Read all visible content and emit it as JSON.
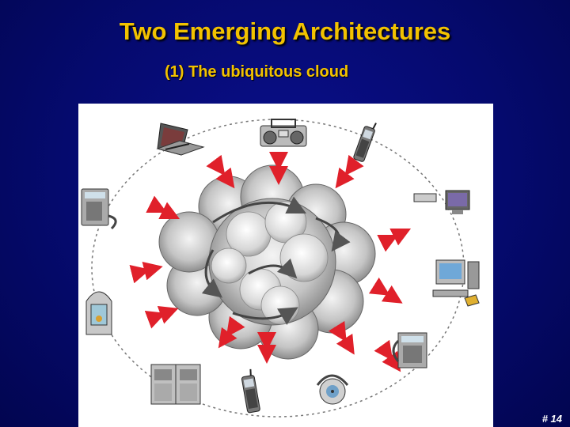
{
  "slide": {
    "title": "Two Emerging Architectures",
    "subtitle": "(1) The ubiquitous cloud",
    "slide_number": "# 14"
  },
  "colors": {
    "background": "#050a6e",
    "title": "#f2c200",
    "arrow": "#e0202a",
    "cloud": "#9a9a9a"
  },
  "devices": [
    {
      "icon": "laptop-icon"
    },
    {
      "icon": "boombox-icon"
    },
    {
      "icon": "mobile-phone-icon"
    },
    {
      "icon": "desk-phone-icon"
    },
    {
      "icon": "network-device-icon"
    },
    {
      "icon": "desktop-computer-icon"
    },
    {
      "icon": "jukebox-icon"
    },
    {
      "icon": "telephone-console-icon"
    },
    {
      "icon": "server-cabinet-icon"
    },
    {
      "icon": "cell-phone-icon"
    },
    {
      "icon": "portable-cd-player-icon"
    }
  ]
}
